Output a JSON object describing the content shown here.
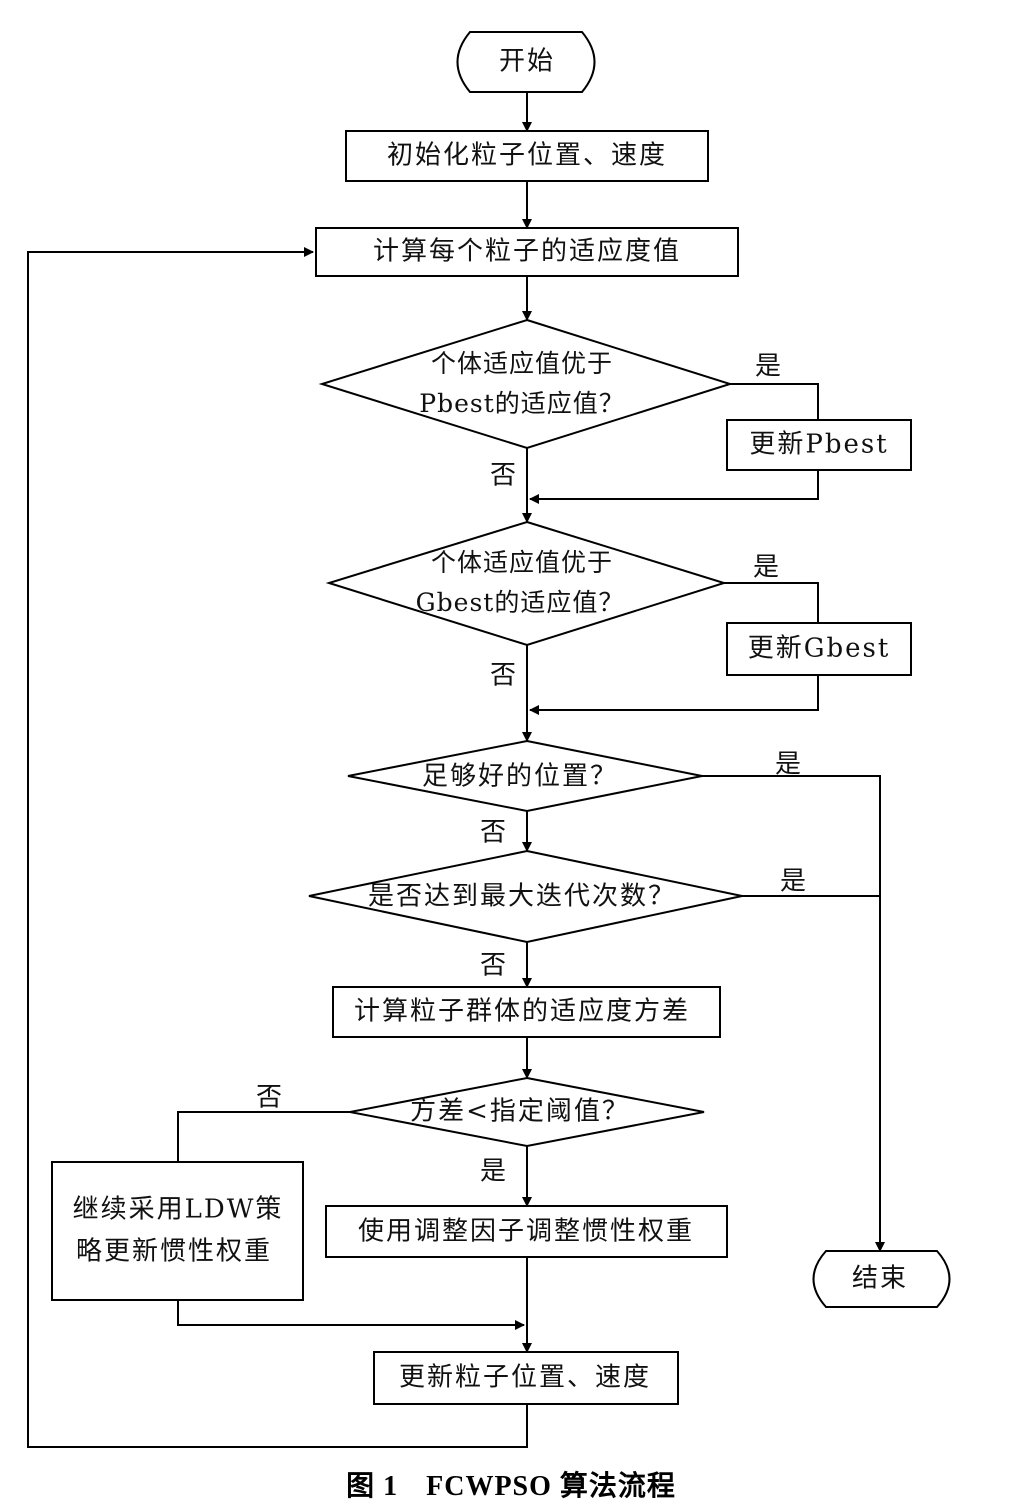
{
  "flowchart": {
    "start": "开始",
    "init": "初始化粒子位置、速度",
    "calc_fitness": "计算每个粒子的适应度值",
    "decision_pbest": {
      "line1": "个体适应值优于",
      "line2": "Pbest的适应值？"
    },
    "update_pbest": "更新Pbest",
    "decision_gbest": {
      "line1": "个体适应值优于",
      "line2": "Gbest的适应值？"
    },
    "update_gbest": "更新Gbest",
    "decision_good_position": "足够好的位置？",
    "decision_max_iter": "是否达到最大迭代次数？",
    "calc_variance": "计算粒子群体的适应度方差",
    "decision_variance": "方差<指定阈值？",
    "ldw_box": {
      "line1": "继续采用LDW策",
      "line2": "略更新惯性权重"
    },
    "adjust_box": "使用调整因子调整惯性权重",
    "update_position": "更新粒子位置、速度",
    "end": "结束",
    "yes_label": "是",
    "no_label": "否"
  },
  "caption": {
    "figure_number": "图 1",
    "title": "FCWPSO 算法流程"
  }
}
